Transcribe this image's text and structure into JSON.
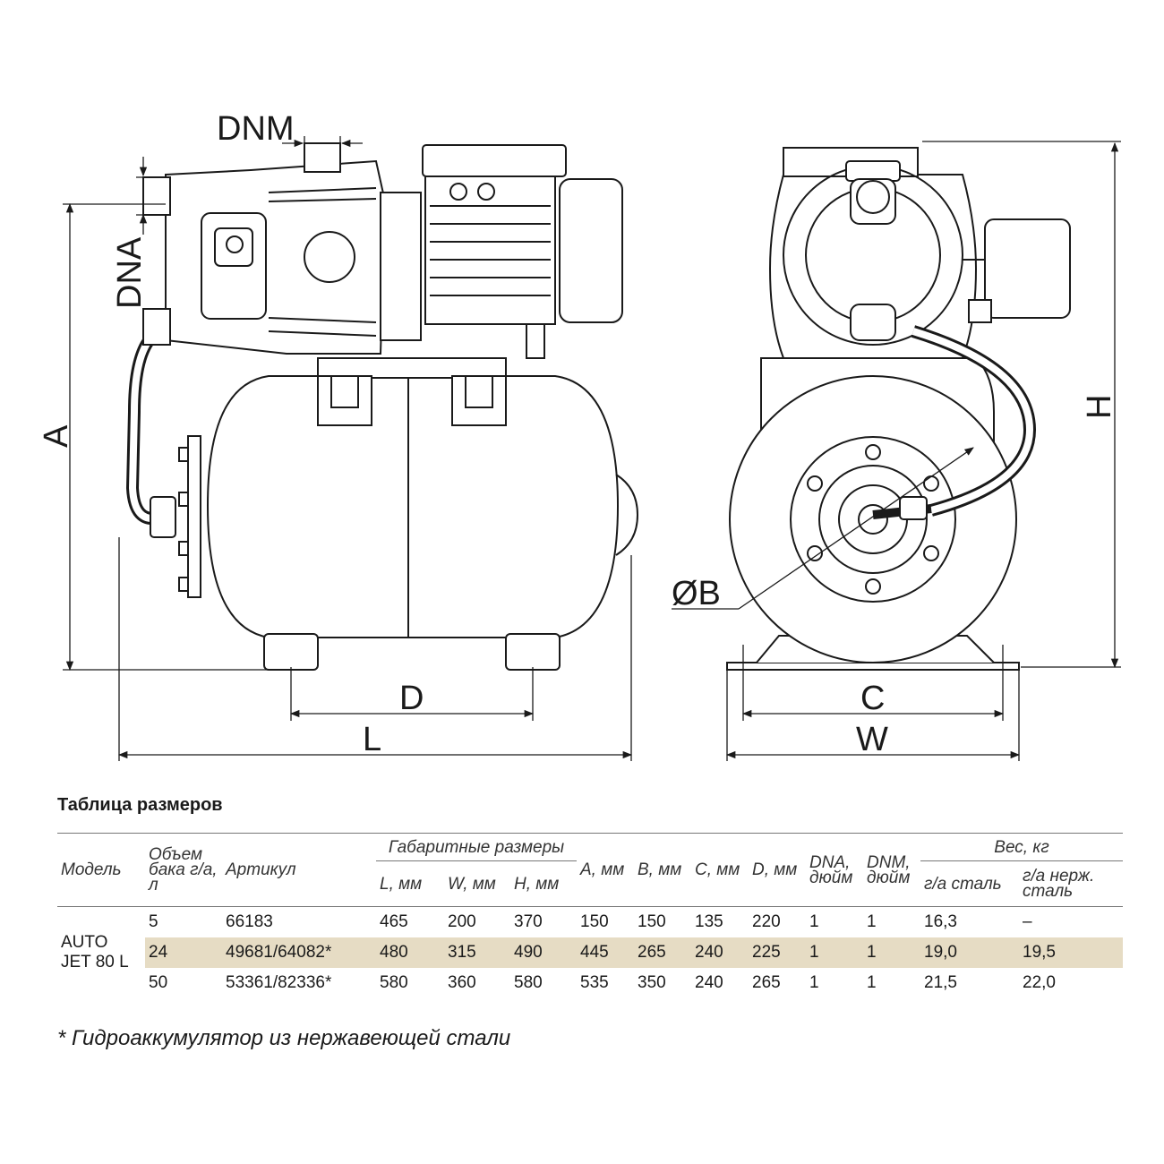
{
  "drawing": {
    "labels": {
      "dnm": "DNM",
      "dna": "DNA",
      "a": "A",
      "d": "D",
      "l": "L",
      "h": "H",
      "c": "C",
      "w": "W",
      "b": "ØB"
    }
  },
  "table": {
    "title": "Таблица размеров",
    "headers": {
      "model": "Модель",
      "volume": "Объем бака г/а, л",
      "article": "Артикул",
      "overall": "Габаритные размеры",
      "l": "L, мм",
      "w": "W, мм",
      "h": "H, мм",
      "a": "A, мм",
      "b": "B, мм",
      "c": "C, мм",
      "d": "D, мм",
      "dna": "DNA, дюйм",
      "dnm": "DNM, дюйм",
      "weight": "Вес, кг",
      "weight_steel": "г/а сталь",
      "weight_stainless": "г/а нерж. сталь"
    },
    "model": "AUTO JET 80 L",
    "rows": [
      {
        "volume": "5",
        "article": "66183",
        "l": "465",
        "w": "200",
        "h": "370",
        "a": "150",
        "b": "150",
        "c": "135",
        "d": "220",
        "dna": "1",
        "dnm": "1",
        "weight_steel": "16,3",
        "weight_stainless": "–"
      },
      {
        "volume": "24",
        "article": "49681/64082*",
        "l": "480",
        "w": "315",
        "h": "490",
        "a": "445",
        "b": "265",
        "c": "240",
        "d": "225",
        "dna": "1",
        "dnm": "1",
        "weight_steel": "19,0",
        "weight_stainless": "19,5"
      },
      {
        "volume": "50",
        "article": "53361/82336*",
        "l": "580",
        "w": "360",
        "h": "580",
        "a": "535",
        "b": "350",
        "c": "240",
        "d": "265",
        "dna": "1",
        "dnm": "1",
        "weight_steel": "21,5",
        "weight_stainless": "22,0"
      }
    ],
    "highlight_color": "#e6dcc4"
  },
  "footnote": "* Гидроаккумулятор из нержавеющей стали"
}
